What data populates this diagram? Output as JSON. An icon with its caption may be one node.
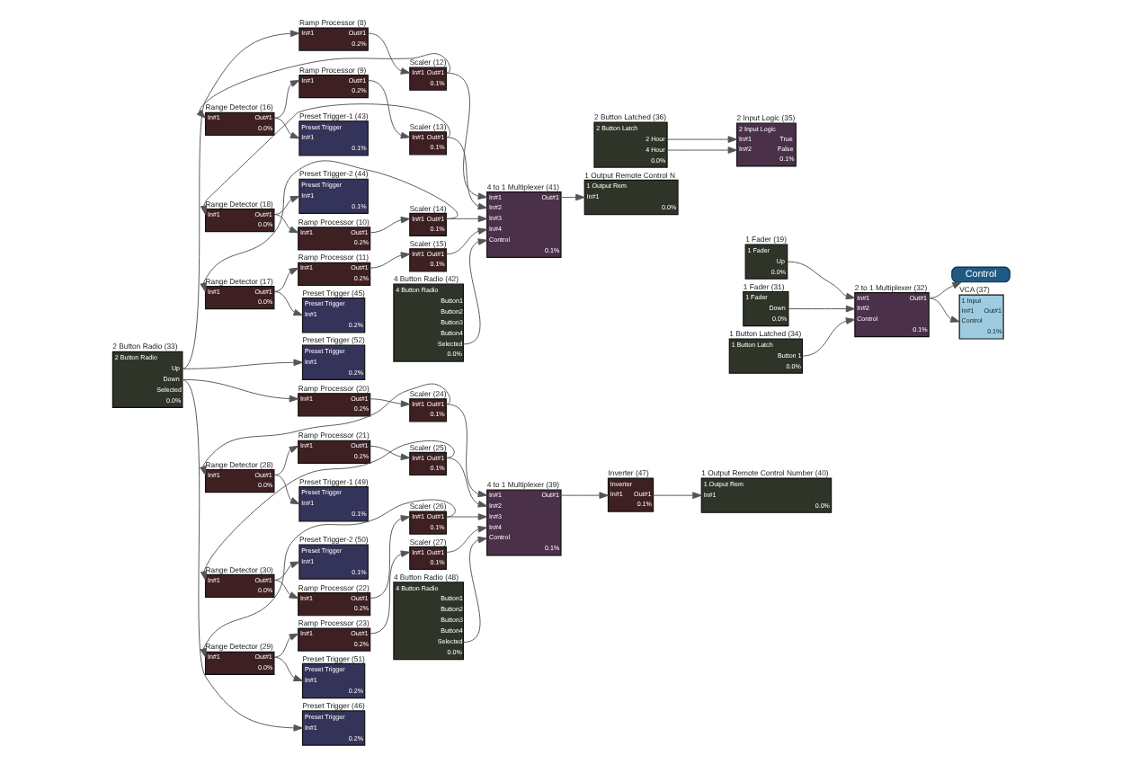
{
  "diagram": {
    "nodes": [
      {
        "text": [
          "2 Button Radio (33)",
          "2 Button Radio",
          "Up",
          "Down",
          "Selected",
          "0.0%"
        ]
      },
      {
        "text": [
          "Ramp Processor (8)",
          "In#1",
          "Out#1",
          "0.2%"
        ]
      },
      {
        "text": [
          "Scaler (12)",
          "In#1",
          "Out#1",
          "0.1%"
        ]
      },
      {
        "text": [
          "4 to 1 Multiplexer (41)",
          "In#1",
          "In#2",
          "In#3",
          "In#4",
          "Control",
          "Out#1",
          "0.1%"
        ]
      },
      {
        "text": [
          "1 Output Remote Control N",
          "1 Output Rem",
          "In#1",
          "0.0%"
        ]
      },
      {
        "text": [
          "1 Fader (19)",
          "1 Fader",
          "Up",
          "0.0%"
        ]
      },
      {
        "text": [
          "2 to 1 Multiplexer (32)",
          "In#1",
          "In#2",
          "Control",
          "Out#1",
          "0.1%"
        ]
      },
      {
        "text": [
          "Control"
        ]
      },
      {
        "text": [
          "Range Detector (16)",
          "In#1",
          "Out#1",
          "0.0%"
        ]
      },
      {
        "text": [
          "Ramp Processor (9)",
          "In#1",
          "Out#1",
          "0.2%"
        ]
      },
      {
        "text": [
          "Scaler (13)",
          "In#1",
          "Out#1",
          "0.1%"
        ]
      },
      {
        "text": [
          "1 Fader (31)",
          "1 Fader",
          "Down",
          "0.0%"
        ]
      },
      {
        "text": [
          "VCA (37)",
          "1 Input",
          "In#1",
          "Out#1",
          "Control",
          "0.1%"
        ]
      },
      {
        "text": [
          "Range Detector (18)",
          "In#1",
          "Out#1",
          "0.0%"
        ]
      },
      {
        "text": [
          "Ramp Processor (10)",
          "In#1",
          "Out#1",
          "0.2%"
        ]
      },
      {
        "text": [
          "Scaler (14)",
          "In#1",
          "Out#1",
          "0.1%"
        ]
      },
      {
        "text": [
          "1 Button Latched (34)",
          "1 Button Latch",
          "Button 1",
          "0.0%"
        ]
      },
      {
        "text": [
          "4 Button Radio (42)",
          "4 Button Radio",
          "Button1",
          "Button2",
          "Button3",
          "Button4",
          "Selected",
          "0.0%"
        ]
      },
      {
        "text": [
          "Range Detector (17)",
          "In#1",
          "Out#1",
          "0.0%"
        ]
      },
      {
        "text": [
          "Ramp Processor (11)",
          "In#1",
          "Out#1",
          "0.2%"
        ]
      },
      {
        "text": [
          "Scaler (15)",
          "In#1",
          "Out#1",
          "0.1%"
        ]
      },
      {
        "text": [
          "2 Button Latched (36)",
          "2 Button Latch",
          "2 Hour",
          "4 Hour",
          "0.0%"
        ]
      },
      {
        "text": [
          "2 Input Logic (35)",
          "2 Input Logic",
          "In#1",
          "In#2",
          "True",
          "False",
          "0.1%"
        ]
      },
      {
        "text": [
          "Preset Trigger-1 (43)",
          "Preset Trigger",
          "In#1",
          "0.1%"
        ]
      },
      {
        "text": [
          "Preset Trigger-2 (44)",
          "Preset Trigger",
          "In#1",
          "0.1%"
        ]
      },
      {
        "text": [
          "Preset Trigger (45)",
          "Preset Trigger",
          "In#1",
          "0.2%"
        ]
      },
      {
        "text": [
          "Preset Trigger (52)",
          "Preset Trigger",
          "In#1",
          "0.2%"
        ]
      },
      {
        "text": [
          "Ramp Processor (20)",
          "In#1",
          "Out#1",
          "0.2%"
        ]
      },
      {
        "text": [
          "Scaler (24)",
          "In#1",
          "Out#1",
          "0.1%"
        ]
      },
      {
        "text": [
          "4 to 1 Multiplexer (39)",
          "In#1",
          "In#2",
          "In#3",
          "In#4",
          "Control",
          "Out#1",
          "0.1%"
        ]
      },
      {
        "text": [
          "Inverter (47)",
          "Inverter",
          "In#1",
          "Out#1",
          "0.1%"
        ]
      },
      {
        "text": [
          "1 Output Remote Control Number (40)",
          "1 Output Rem",
          "In#1",
          "0.0%"
        ]
      },
      {
        "text": [
          "Range Detector (28)",
          "In#1",
          "Out#1",
          "0.0%"
        ]
      },
      {
        "text": [
          "Ramp Processor (21)",
          "In#1",
          "Out#1",
          "0.2%"
        ]
      },
      {
        "text": [
          "Scaler (25)",
          "In#1",
          "Out#1",
          "0.1%"
        ]
      },
      {
        "text": [
          "Range Detector (30)",
          "In#1",
          "Out#1",
          "0.0%"
        ]
      },
      {
        "text": [
          "Ramp Processor (22)",
          "In#1",
          "Out#1",
          "0.2%"
        ]
      },
      {
        "text": [
          "Scaler (26)",
          "In#1",
          "Out#1",
          "0.1%"
        ]
      },
      {
        "text": [
          "4 Button Radio (48)",
          "4 Button Radio",
          "Button1",
          "Button2",
          "Button3",
          "Button4",
          "Selected",
          "0.0%"
        ]
      },
      {
        "text": [
          "Range Detector (29)",
          "In#1",
          "Out#1",
          "0.0%"
        ]
      },
      {
        "text": [
          "Ramp Processor (23)",
          "In#1",
          "Out#1",
          "0.2%"
        ]
      },
      {
        "text": [
          "Scaler (27)",
          "In#1",
          "Out#1",
          "0.1%"
        ]
      },
      {
        "text": [
          "Preset Trigger-1 (49)",
          "Preset Trigger",
          "In#1",
          "0.1%"
        ]
      },
      {
        "text": [
          "Preset Trigger-2 (50)",
          "Preset Trigger",
          "In#1",
          "0.1%"
        ]
      },
      {
        "text": [
          "Preset Trigger (51)",
          "Preset Trigger",
          "In#1",
          "0.2%"
        ]
      },
      {
        "text": [
          "Preset Trigger (46)",
          "Preset Trigger",
          "In#1",
          "0.2%"
        ]
      }
    ],
    "edges": [
      {
        "from": 0,
        "to": 1,
        "arrow": "to"
      },
      {
        "from": 0,
        "to": 26,
        "arrow": "to"
      },
      {
        "from": 0,
        "to": 27,
        "arrow": "to"
      },
      {
        "from": 0,
        "to": 45,
        "arrow": "to"
      },
      {
        "from": 1,
        "to": 2,
        "arrow": "to"
      },
      {
        "from": 2,
        "to": 3,
        "arrow": "to"
      },
      {
        "from": 2,
        "to": 8,
        "arrow": "to"
      },
      {
        "from": 8,
        "to": 9,
        "arrow": "to"
      },
      {
        "from": 8,
        "to": 23,
        "arrow": "to"
      },
      {
        "from": 9,
        "to": 10,
        "arrow": "to"
      },
      {
        "from": 10,
        "to": 3,
        "arrow": "to"
      },
      {
        "from": 10,
        "to": 13,
        "arrow": "to"
      },
      {
        "from": 13,
        "to": 14,
        "arrow": "to"
      },
      {
        "from": 13,
        "to": 24,
        "arrow": "to"
      },
      {
        "from": 14,
        "to": 15,
        "arrow": "to"
      },
      {
        "from": 15,
        "to": 3,
        "arrow": "to"
      },
      {
        "from": 15,
        "to": 18,
        "arrow": "to"
      },
      {
        "from": 18,
        "to": 19,
        "arrow": "to"
      },
      {
        "from": 18,
        "to": 25,
        "arrow": "to"
      },
      {
        "from": 19,
        "to": 20,
        "arrow": "to"
      },
      {
        "from": 20,
        "to": 3,
        "arrow": "to"
      },
      {
        "from": 17,
        "to": 3,
        "arrow": "to"
      },
      {
        "from": 3,
        "to": 4,
        "arrow": "to"
      },
      {
        "from": 5,
        "to": 6,
        "arrow": "to"
      },
      {
        "from": 11,
        "to": 6,
        "arrow": "to"
      },
      {
        "from": 16,
        "to": 6,
        "arrow": "to"
      },
      {
        "from": 6,
        "to": 7,
        "arrow": "to"
      },
      {
        "from": 6,
        "to": 12,
        "arrow": "to"
      },
      {
        "from": 21,
        "to": 22,
        "arrow": "to"
      },
      {
        "from": 21,
        "to": 22,
        "arrow": "to"
      },
      {
        "from": 27,
        "to": 28,
        "arrow": "to"
      },
      {
        "from": 28,
        "to": 29,
        "arrow": "to"
      },
      {
        "from": 28,
        "to": 32,
        "arrow": "to"
      },
      {
        "from": 32,
        "to": 33,
        "arrow": "to"
      },
      {
        "from": 32,
        "to": 42,
        "arrow": "to"
      },
      {
        "from": 33,
        "to": 34,
        "arrow": "to"
      },
      {
        "from": 34,
        "to": 29,
        "arrow": "to"
      },
      {
        "from": 34,
        "to": 35,
        "arrow": "to"
      },
      {
        "from": 35,
        "to": 36,
        "arrow": "to"
      },
      {
        "from": 35,
        "to": 43,
        "arrow": "to"
      },
      {
        "from": 36,
        "to": 37,
        "arrow": "to"
      },
      {
        "from": 37,
        "to": 29,
        "arrow": "to"
      },
      {
        "from": 37,
        "to": 39,
        "arrow": "to"
      },
      {
        "from": 39,
        "to": 40,
        "arrow": "to"
      },
      {
        "from": 39,
        "to": 44,
        "arrow": "to"
      },
      {
        "from": 40,
        "to": 41,
        "arrow": "to"
      },
      {
        "from": 41,
        "to": 29,
        "arrow": "to"
      },
      {
        "from": 38,
        "to": 29,
        "arrow": "to"
      },
      {
        "from": 29,
        "to": 30,
        "arrow": "to"
      },
      {
        "from": 30,
        "to": 31,
        "arrow": "to"
      }
    ]
  }
}
